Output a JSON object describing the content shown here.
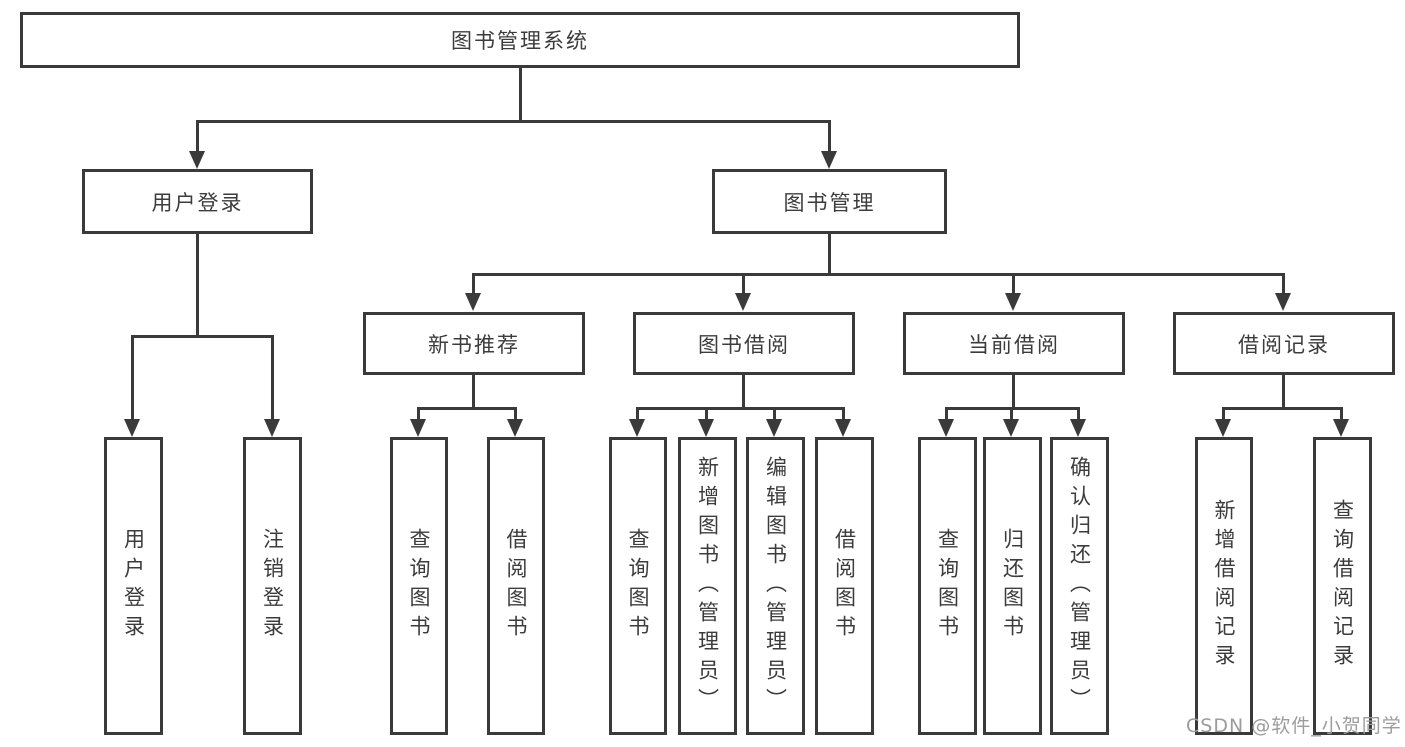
{
  "colors": {
    "line": "#3a3a3a",
    "box_border": "#3a3a3a",
    "box_fill": "#ffffff",
    "text": "#3c3c3c",
    "watermark": "#9c9c9c",
    "background": "#ffffff"
  },
  "tree": {
    "label": "图书管理系统",
    "children": [
      {
        "label": "用户登录",
        "children": [
          {
            "label": "用户登录"
          },
          {
            "label": "注销登录"
          }
        ]
      },
      {
        "label": "图书管理",
        "children": [
          {
            "label": "新书推荐",
            "children": [
              {
                "label": "查询图书"
              },
              {
                "label": "借阅图书"
              }
            ]
          },
          {
            "label": "图书借阅",
            "children": [
              {
                "label": "查询图书"
              },
              {
                "label": "新增图书（管理员）"
              },
              {
                "label": "编辑图书（管理员）"
              },
              {
                "label": "借阅图书"
              }
            ]
          },
          {
            "label": "当前借阅",
            "children": [
              {
                "label": "查询图书"
              },
              {
                "label": "归还图书"
              },
              {
                "label": "确认归还（管理员）"
              }
            ]
          },
          {
            "label": "借阅记录",
            "children": [
              {
                "label": "新增借阅记录"
              },
              {
                "label": "查询借阅记录"
              }
            ]
          }
        ]
      }
    ]
  },
  "watermark": "CSDN @软件_小贺同学"
}
